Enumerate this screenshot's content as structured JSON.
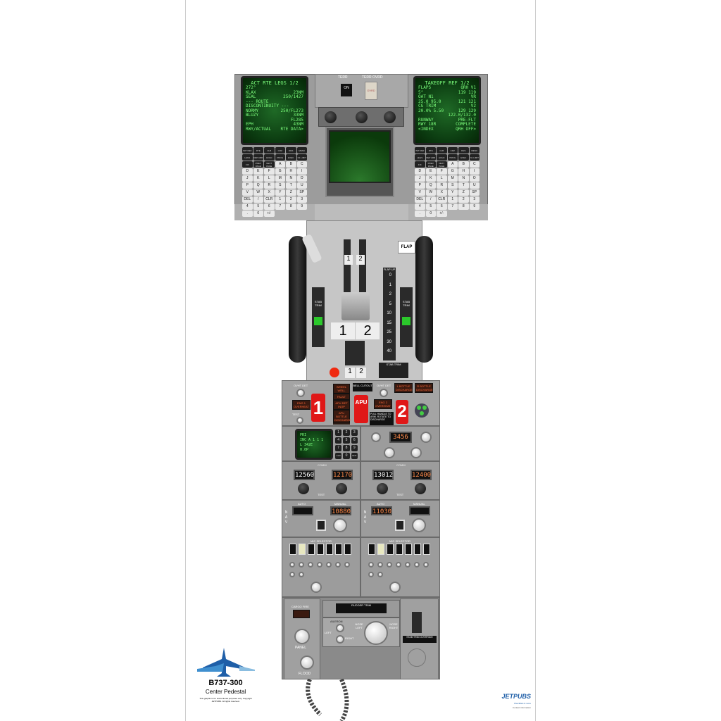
{
  "poster": {
    "title": "B737-300",
    "subtitle": "Center Pedestal",
    "fine_print": "This graphic is for instructional purposes only. Copyright JETPUBS. All rights reserved.",
    "brand": "JETPUBS",
    "brand_tagline": "Checklists & more",
    "brand_address": "Contact information"
  },
  "cdu_left": {
    "title": "ACT RTE  LEGS  1/2",
    "lines": [
      [
        "272°",
        ""
      ],
      [
        "KLAX",
        "23NM"
      ],
      [
        "SEAL",
        "250/1427"
      ],
      [
        "",
        ""
      ],
      [
        "--- ROUTE DISCONTINUITY ---",
        ""
      ],
      [
        "NORMY",
        "250/FL273"
      ],
      [
        "BLUZY",
        "33NM"
      ],
      [
        "",
        "FL285"
      ],
      [
        "EPH",
        "43NM"
      ],
      [
        "",
        ""
      ],
      [
        "RWY/ACTUAL",
        "RTE DATA>"
      ]
    ]
  },
  "cdu_right": {
    "title": "TAKEOFF REF  1/2",
    "lines": [
      [
        "FLAPS",
        "QRH   V1"
      ],
      [
        "5°",
        "119 119"
      ],
      [
        "OAT  N1",
        "VR"
      ],
      [
        "25.0  95.0",
        "121 121"
      ],
      [
        "CG  TRIM",
        "V2"
      ],
      [
        "20.0%  5.50",
        "129 129"
      ],
      [
        "",
        "122.0/132.0"
      ],
      [
        "RUNWAY",
        "PRE-FLT"
      ],
      [
        "RWY 18R",
        "COMPLETE"
      ],
      [
        "<INDEX",
        "QRH OFF>"
      ]
    ]
  },
  "cdu_keys": [
    "INIT REF",
    "RTE",
    "CLB",
    "CRZ",
    "DES",
    "MENU",
    "LEGS",
    "DEP ARR",
    "HOLD",
    "PROG",
    "EXEC",
    "N1 LIMIT",
    "FIX",
    "PREV PAGE",
    "NEXT PAGE",
    "A",
    "B",
    "C",
    "D",
    "E",
    "F",
    "G",
    "H",
    "I",
    "J",
    "K",
    "L",
    "M",
    "N",
    "O",
    "P",
    "Q",
    "R",
    "S",
    "T",
    "U",
    "V",
    "W",
    "X",
    "Y",
    "Z",
    "SP",
    "DEL",
    "/",
    "CLR",
    "1",
    "2",
    "3",
    "4",
    "5",
    "6",
    "7",
    "8",
    "9",
    ".",
    "0",
    "+/-"
  ],
  "terr": {
    "label": "TERR",
    "switch": "ON",
    "ovrd_label": "TERR OVRD",
    "ovrd_switch": "OVRD"
  },
  "flap": {
    "label": "FLAP",
    "scale_title": "FLAP UP",
    "positions": [
      "0",
      "1",
      "2",
      "5",
      "10",
      "15",
      "25",
      "30",
      "40"
    ]
  },
  "throttle": {
    "lever_1": "1",
    "lever_2": "2",
    "rev_1": "1",
    "rev_2": "2"
  },
  "stab_trim": {
    "label": "STAB TRIM",
    "left_label": "STAB TRIM",
    "right_label": "STAB TRIM"
  },
  "fire": {
    "ovht_det_1": "OVHT DET",
    "ovht_det_2": "OVHT DET",
    "eng1_overheat": "ENG 1 OVERHEAT",
    "eng2_overheat": "ENG 2 OVERHEAT",
    "handle_1": "1",
    "handle_apu": "APU",
    "handle_2": "2",
    "wheel_well": "WHEEL WELL",
    "fault": "FAULT",
    "apu_det_inop": "APU DET INOP",
    "apu_bottle": "APU BOTTLE DISCHARGE",
    "bell_cutout": "BELL CUTOUT",
    "l_bottle": "L BOTTLE DISCHARGE",
    "r_bottle": "R BOTTLE DISCHARGE",
    "test": "TEST",
    "placard": "PULL HANDLE TO ARM. ROTATE TO DISCHARGE"
  },
  "acp": {
    "screen": [
      "PRI",
      "INC  A 1 1 1",
      "L  342E",
      "0.0P"
    ],
    "keys": [
      "1",
      "2",
      "3",
      "4",
      "5",
      "6",
      "7",
      "8",
      "9",
      "CLR",
      "0",
      "ENT"
    ]
  },
  "transponder": {
    "code": "3456"
  },
  "comm1": {
    "active": "12560",
    "standby": "12170",
    "label": "COMM",
    "test": "TEST"
  },
  "comm2": {
    "active": "13012",
    "standby": "12400",
    "label": "COMM",
    "test": "TEST"
  },
  "nav1": {
    "auto": "",
    "manual": "10880",
    "label": "NAV",
    "auto_label": "AUTO",
    "manual_label": "MANUAL"
  },
  "nav2": {
    "auto": "11030",
    "manual": "",
    "label": "NAV",
    "auto_label": "AUTO",
    "manual_label": "MANUAL"
  },
  "audio": {
    "label": "MIC SELECTOR"
  },
  "lower": {
    "cargo_fire": "CARGO FIRE",
    "panel": "PANEL",
    "flood": "FLOOD",
    "off": "OFF",
    "rudder_trim": "RUDDER TRIM",
    "left": "LEFT",
    "right": "RIGHT",
    "aileron": "AILERON",
    "nose_left": "NOSE LEFT",
    "nose_right": "NOSE RIGHT",
    "stab_trim_cutout": "STAB TRIM OVERRIDE"
  },
  "colors": {
    "panel": "#9c9c9c",
    "screen_green": "#7dff7d",
    "fire_red": "#e01818",
    "annunciator": "#ff6a3a",
    "brand_blue": "#1f5fa8"
  }
}
